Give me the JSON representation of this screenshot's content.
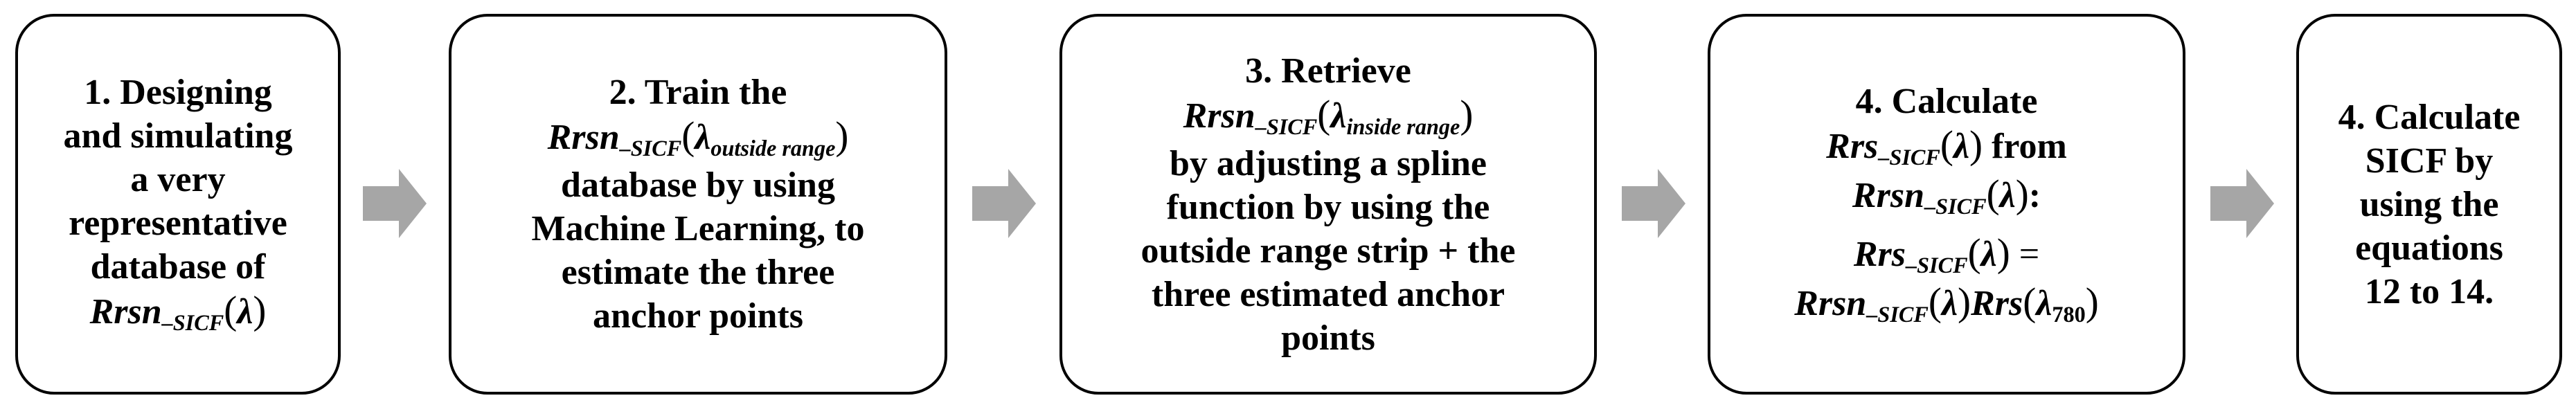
{
  "steps": [
    {
      "lines": [
        "1. Designing",
        "and simulating",
        "a very",
        "representative",
        "database of"
      ],
      "math": [
        {
          "base": "Rrsn",
          "sub": "–SICF",
          "arg": "λ",
          "argsub": ""
        }
      ]
    },
    {
      "line1": "2. Train the",
      "math": [
        {
          "base": "Rrsn",
          "sub": "–SICF",
          "arg": "λ",
          "argsub": "outside range"
        }
      ],
      "lines": [
        "database  by using",
        "Machine Learning, to",
        "estimate the three",
        "anchor points"
      ]
    },
    {
      "line1": "3. Retrieve",
      "math": [
        {
          "base": "Rrsn",
          "sub": "–SICF",
          "arg": "λ",
          "argsub": "inside range"
        }
      ],
      "lines": [
        "by adjusting a spline",
        "function by using the",
        "outside range strip + the",
        "three estimated anchor",
        "points"
      ]
    },
    {
      "line1": "4. Calculate",
      "m1": {
        "base": "Rrs",
        "sub": "–SICF",
        "arg": "λ",
        "tail": " from"
      },
      "m2": {
        "base": "Rrsn",
        "sub": "–SICF",
        "arg": "λ",
        "tail": ":"
      },
      "eq_lhs": {
        "base": "Rrs",
        "sub": "–SICF",
        "arg": "λ",
        "tail": " ="
      },
      "eq_rhs": {
        "a_base": "Rrsn",
        "a_sub": "–SICF",
        "a_arg": "λ",
        "b_base": "Rrs",
        "b_arg": "λ",
        "b_argsub": "780"
      }
    },
    {
      "lines": [
        "4. Calculate",
        "SICF by",
        "using the",
        "equations",
        "12 to 14."
      ]
    }
  ],
  "colors": {
    "border": "#000000",
    "arrow": "#a6a6a6",
    "text": "#000000"
  }
}
